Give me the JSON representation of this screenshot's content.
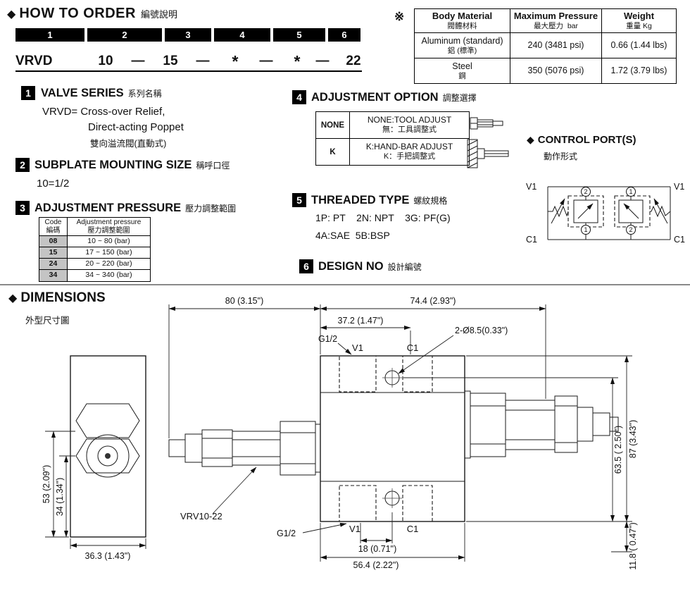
{
  "icons": {
    "diamond": "◆"
  },
  "order": {
    "title": "HOW TO  ORDER",
    "title_zh": "編號說明",
    "boxes": [
      "1",
      "2",
      "3",
      "4",
      "5",
      "6"
    ],
    "code": {
      "series": "VRVD",
      "size": "10",
      "pressure": "15",
      "star1": "*",
      "star2": "*",
      "design": "22",
      "dash": "—"
    }
  },
  "spec_table": {
    "note": "※",
    "col1_en": "Body Material",
    "col1_zh": "閥體材料",
    "col2_en": "Maximum Pressure",
    "col2_zh": "最大壓力  bar",
    "col3_en": "Weight",
    "col3_zh": "重量 Kg",
    "rows": [
      {
        "mat_en": "Aluminum (standard)",
        "mat_zh": "鋁 (標準)",
        "pressure": "240 (3481 psi)",
        "weight": "0.66 (1.44 lbs)"
      },
      {
        "mat_en": "Steel",
        "mat_zh": "鋼",
        "pressure": "350 (5076 psi)",
        "weight": "1.72 (3.79 lbs)"
      }
    ]
  },
  "s1": {
    "num": "1",
    "title": "VALVE SERIES",
    "title_zh": "系列名稱",
    "line1": "VRVD= Cross-over Relief,",
    "line2": "Direct-acting Poppet",
    "line3": "雙向溢流閥(直動式)"
  },
  "s2": {
    "num": "2",
    "title": "SUBPLATE MOUNTING SIZE",
    "title_zh": "稱呼口徑",
    "line1": "10=1/2"
  },
  "s3": {
    "num": "3",
    "title": "ADJUSTMENT PRESSURE",
    "title_zh": "壓力調整範圍",
    "col1_en": "Code",
    "col1_zh": "編碼",
    "col2_en": "Adjustment pressure",
    "col2_zh": "壓力調整範圍",
    "rows": [
      [
        "08",
        "10 ~ 80 (bar)"
      ],
      [
        "15",
        "17 ~ 150 (bar)"
      ],
      [
        "24",
        "20 ~ 220 (bar)"
      ],
      [
        "34",
        "34 ~ 340 (bar)"
      ]
    ]
  },
  "s4": {
    "num": "4",
    "title": "ADJUSTMENT OPTION",
    "title_zh": "調整選擇",
    "rows": [
      {
        "code": "NONE",
        "en": "NONE:TOOL ADJUST",
        "zh": "無：工具調整式"
      },
      {
        "code": "K",
        "en": "K:HAND-BAR ADJUST",
        "zh": "K：手把調整式"
      }
    ]
  },
  "s5": {
    "num": "5",
    "title": "THREADED TYPE",
    "title_zh": "螺紋規格",
    "line1": "1P: PT    2N: NPT    3G: PF(G)",
    "line2": "4A:SAE  5B:BSP"
  },
  "s6": {
    "num": "6",
    "title": "DESIGN NO",
    "title_zh": "設計編號"
  },
  "control": {
    "title": "CONTROL PORT(S)",
    "title_zh": "動作形式",
    "v1": "V1",
    "c1": "C1",
    "n_tl": "2",
    "n_tr": "1",
    "n_bl": "1",
    "n_br": "2"
  },
  "dims": {
    "title": "DIMENSIONS",
    "title_zh": "外型尺寸圖",
    "d80": "80 (3.15\")",
    "d744": "74.4 (2.93\")",
    "d372": "37.2 (1.47\")",
    "g12": "G1/2",
    "v1": "V1",
    "c1": "C1",
    "hole": "2-Ø8.5(0.33\")",
    "d53": "53  (2.09\")",
    "d34": "34  (1.34\")",
    "d363": "36.3 (1.43\")",
    "model": "VRV10-22",
    "d18": "18 (0.71\")",
    "d564": "56.4 (2.22\")",
    "d635": "63.5 ( 2.50\")",
    "d87": "87 (3.43\")",
    "d118": "11.8 ( 0.47\")"
  }
}
